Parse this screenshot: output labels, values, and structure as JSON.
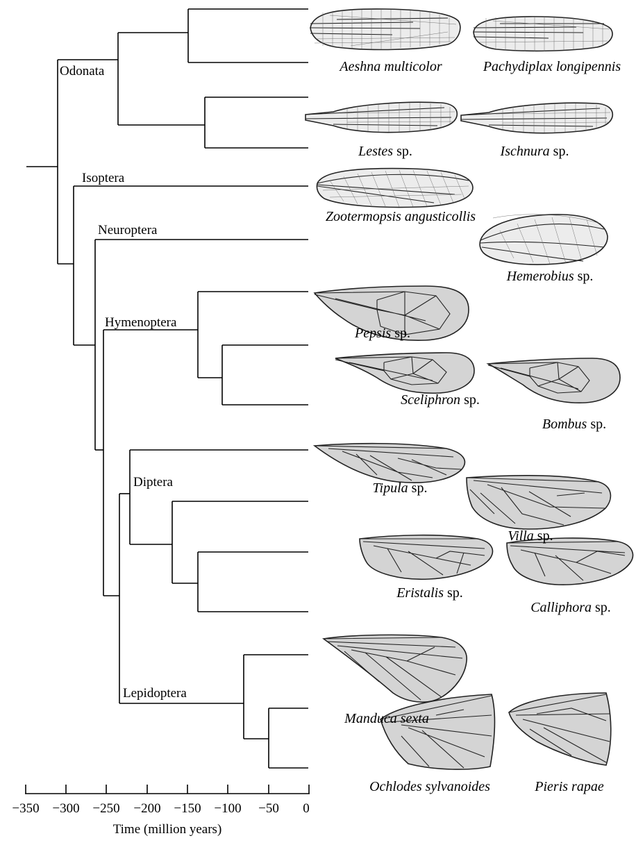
{
  "tree": {
    "orders": [
      {
        "id": "odonata",
        "name": "Odonata"
      },
      {
        "id": "isoptera",
        "name": "Isoptera"
      },
      {
        "id": "neuroptera",
        "name": "Neuroptera"
      },
      {
        "id": "hymenoptera",
        "name": "Hymenoptera"
      },
      {
        "id": "diptera",
        "name": "Diptera"
      },
      {
        "id": "lepidoptera",
        "name": "Lepidoptera"
      }
    ]
  },
  "species": [
    {
      "genus": "Aeshna",
      "rest": " multicolor",
      "italic_full": true,
      "order": "Odonata",
      "divergence_mya": -148
    },
    {
      "genus": "Pachydiplax",
      "rest": " longipennis",
      "italic_full": true,
      "order": "Odonata",
      "divergence_mya": -148
    },
    {
      "genus": "Lestes",
      "rest": " sp.",
      "italic_full": false,
      "order": "Odonata",
      "divergence_mya": -128
    },
    {
      "genus": "Ischnura",
      "rest": " sp.",
      "italic_full": false,
      "order": "Odonata",
      "divergence_mya": -128
    },
    {
      "genus": "Zootermopsis",
      "rest": " angusticollis",
      "italic_full": true,
      "order": "Isoptera"
    },
    {
      "genus": "Hemerobius",
      "rest": " sp.",
      "italic_full": false,
      "order": "Neuroptera"
    },
    {
      "genus": "Pepsis",
      "rest": " sp.",
      "italic_full": false,
      "order": "Hymenoptera"
    },
    {
      "genus": "Sceliphron",
      "rest": " sp.",
      "italic_full": false,
      "order": "Hymenoptera",
      "divergence_mya": -105
    },
    {
      "genus": "Bombus",
      "rest": " sp.",
      "italic_full": false,
      "order": "Hymenoptera",
      "divergence_mya": -105
    },
    {
      "genus": "Tipula",
      "rest": " sp.",
      "italic_full": false,
      "order": "Diptera"
    },
    {
      "genus": "Villa",
      "rest": " sp.",
      "italic_full": false,
      "order": "Diptera"
    },
    {
      "genus": "Eristalis",
      "rest": " sp.",
      "italic_full": false,
      "order": "Diptera",
      "divergence_mya": -137
    },
    {
      "genus": "Calliphora",
      "rest": " sp.",
      "italic_full": false,
      "order": "Diptera",
      "divergence_mya": -137
    },
    {
      "genus": "Manduca",
      "rest": " sexta",
      "italic_full": true,
      "order": "Lepidoptera"
    },
    {
      "genus": "Ochlodes",
      "rest": " sylvanoides",
      "italic_full": true,
      "order": "Lepidoptera",
      "divergence_mya": -50
    },
    {
      "genus": "Pieris",
      "rest": " rapae",
      "italic_full": true,
      "order": "Lepidoptera",
      "divergence_mya": -50
    }
  ],
  "axis": {
    "label": "Time (million years)",
    "ticks": [
      "−350",
      "−300",
      "−250",
      "−200",
      "−150",
      "−100",
      "−50",
      "0"
    ],
    "range_mya": [
      -350,
      0
    ]
  },
  "colors": {
    "line": "#000000",
    "wing_fill_dragonfly": "#ececec",
    "wing_fill_membrane": "#d4d4d4"
  }
}
